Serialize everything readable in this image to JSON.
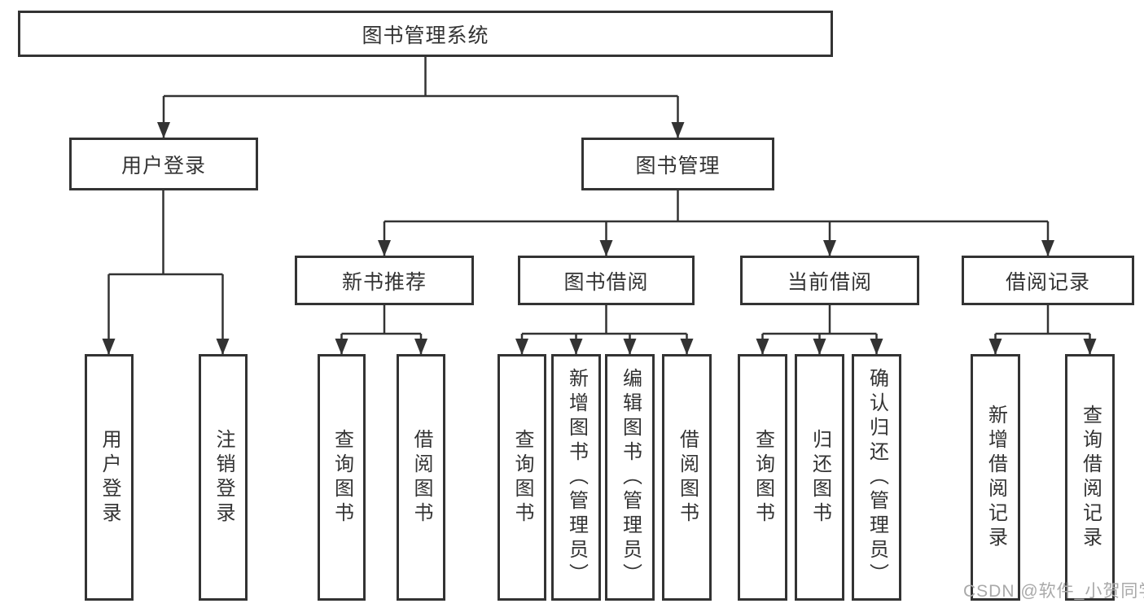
{
  "tree": {
    "root": "图书管理系统",
    "level1": [
      "用户登录",
      "图书管理"
    ],
    "level2": [
      "新书推荐",
      "图书借阅",
      "当前借阅",
      "借阅记录"
    ],
    "leaves_user_login": [
      "用户登录",
      "注销登录"
    ],
    "leaves_new_books": [
      "查询图书",
      "借阅图书"
    ],
    "leaves_book_borrow": [
      "查询图书",
      "新增图书（管理员）",
      "编辑图书（管理员）",
      "借阅图书"
    ],
    "leaves_current_borrow": [
      "查询图书",
      "归还图书",
      "确认归还（管理员）"
    ],
    "leaves_borrow_records": [
      "新增借阅记录",
      "查询借阅记录"
    ]
  },
  "watermark": {
    "text": "CSDN @软件_小贺同学"
  },
  "colors": {
    "line": "#333333",
    "box_border": "#333333",
    "text": "#333333",
    "watermark": "#a9a9a9",
    "background": "#ffffff"
  }
}
